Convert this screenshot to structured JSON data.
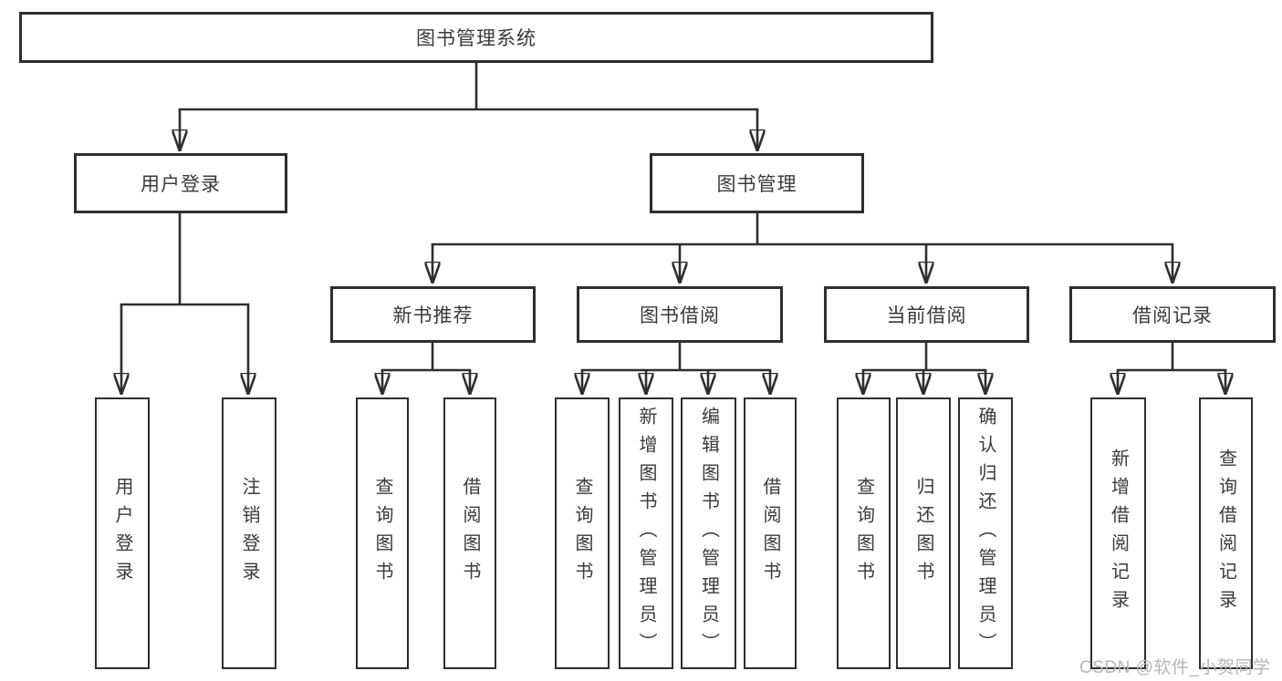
{
  "diagram": {
    "type": "hierarchy-tree",
    "colors": {
      "line": "#2e2e2e",
      "text": "#3a3a3a",
      "background": "#ffffff",
      "watermark_color": "#b6b6b6"
    },
    "nodes": {
      "root": "图书管理系统",
      "userLogin": "用户登录",
      "bookMgmt": "图书管理",
      "newBooks": "新书推荐",
      "bookBorrow": "图书借阅",
      "currentBorrow": "当前借阅",
      "borrowRecords": "借阅记录",
      "leaves": {
        "userLoginLeaf": "用户登录",
        "logoutLeaf": "注销登录",
        "nbQuery": "查询图书",
        "nbBorrow": "借阅图书",
        "bbQuery": "查询图书",
        "bbAdd": "新增图书（管理员）",
        "bbEdit": "编辑图书（管理员）",
        "bbBorrow": "借阅图书",
        "cbQuery": "查询图书",
        "cbReturn": "归还图书",
        "cbConfirm": "确认归还（管理员）",
        "brAdd": "新增借阅记录",
        "brQuery": "查询借阅记录"
      }
    },
    "watermark": "CSDN @软件_小贺同学"
  }
}
